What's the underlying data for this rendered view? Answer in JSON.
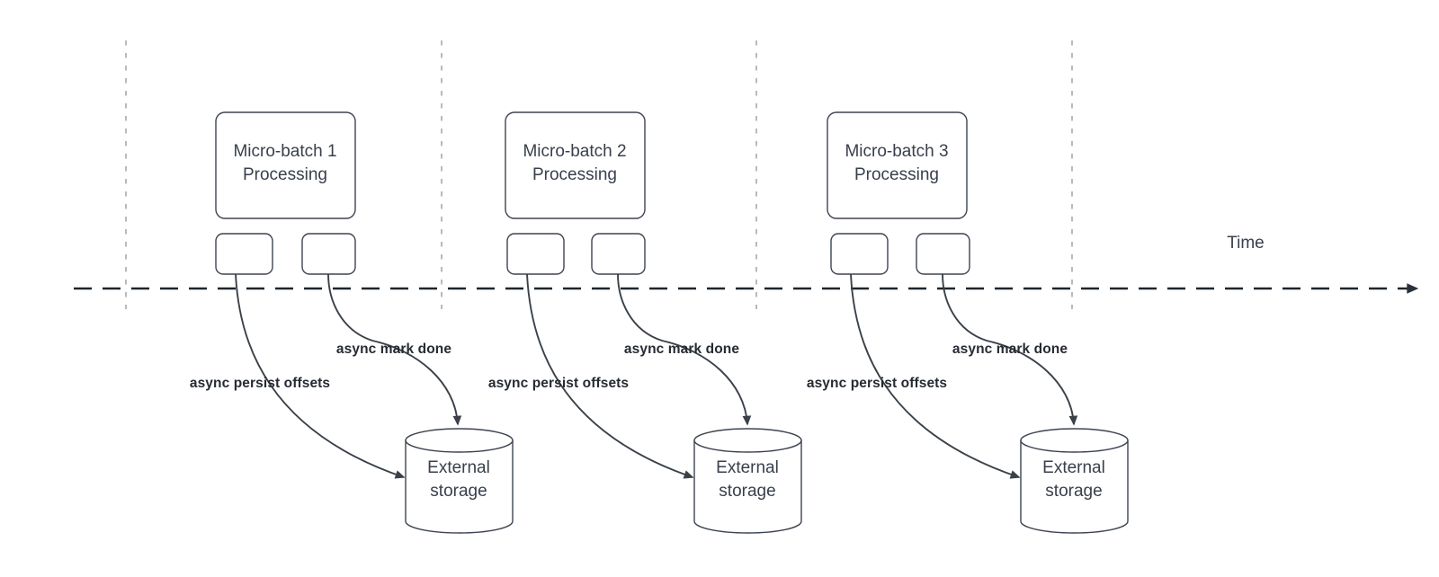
{
  "timeline": {
    "label": "Time"
  },
  "groups": [
    {
      "title_line1": "Micro-batch 1",
      "title_line2": "Processing",
      "persist_label": "async persist offsets",
      "done_label": "async mark done",
      "storage_line1": "External",
      "storage_line2": "storage"
    },
    {
      "title_line1": "Micro-batch 2",
      "title_line2": "Processing",
      "persist_label": "async persist offsets",
      "done_label": "async mark done",
      "storage_line1": "External",
      "storage_line2": "storage"
    },
    {
      "title_line1": "Micro-batch 3",
      "title_line2": "Processing",
      "persist_label": "async persist offsets",
      "done_label": "async mark done",
      "storage_line1": "External",
      "storage_line2": "storage"
    }
  ],
  "colors": {
    "background": "#ffffff",
    "shape_stroke": "#3d4451",
    "shape_fill": "#ffffff",
    "text": "#39404c",
    "bold_label_text": "#262b33",
    "guide_line": "#a8a8a8",
    "timeline_line": "#1f242c",
    "arrow": "#3a4149"
  }
}
